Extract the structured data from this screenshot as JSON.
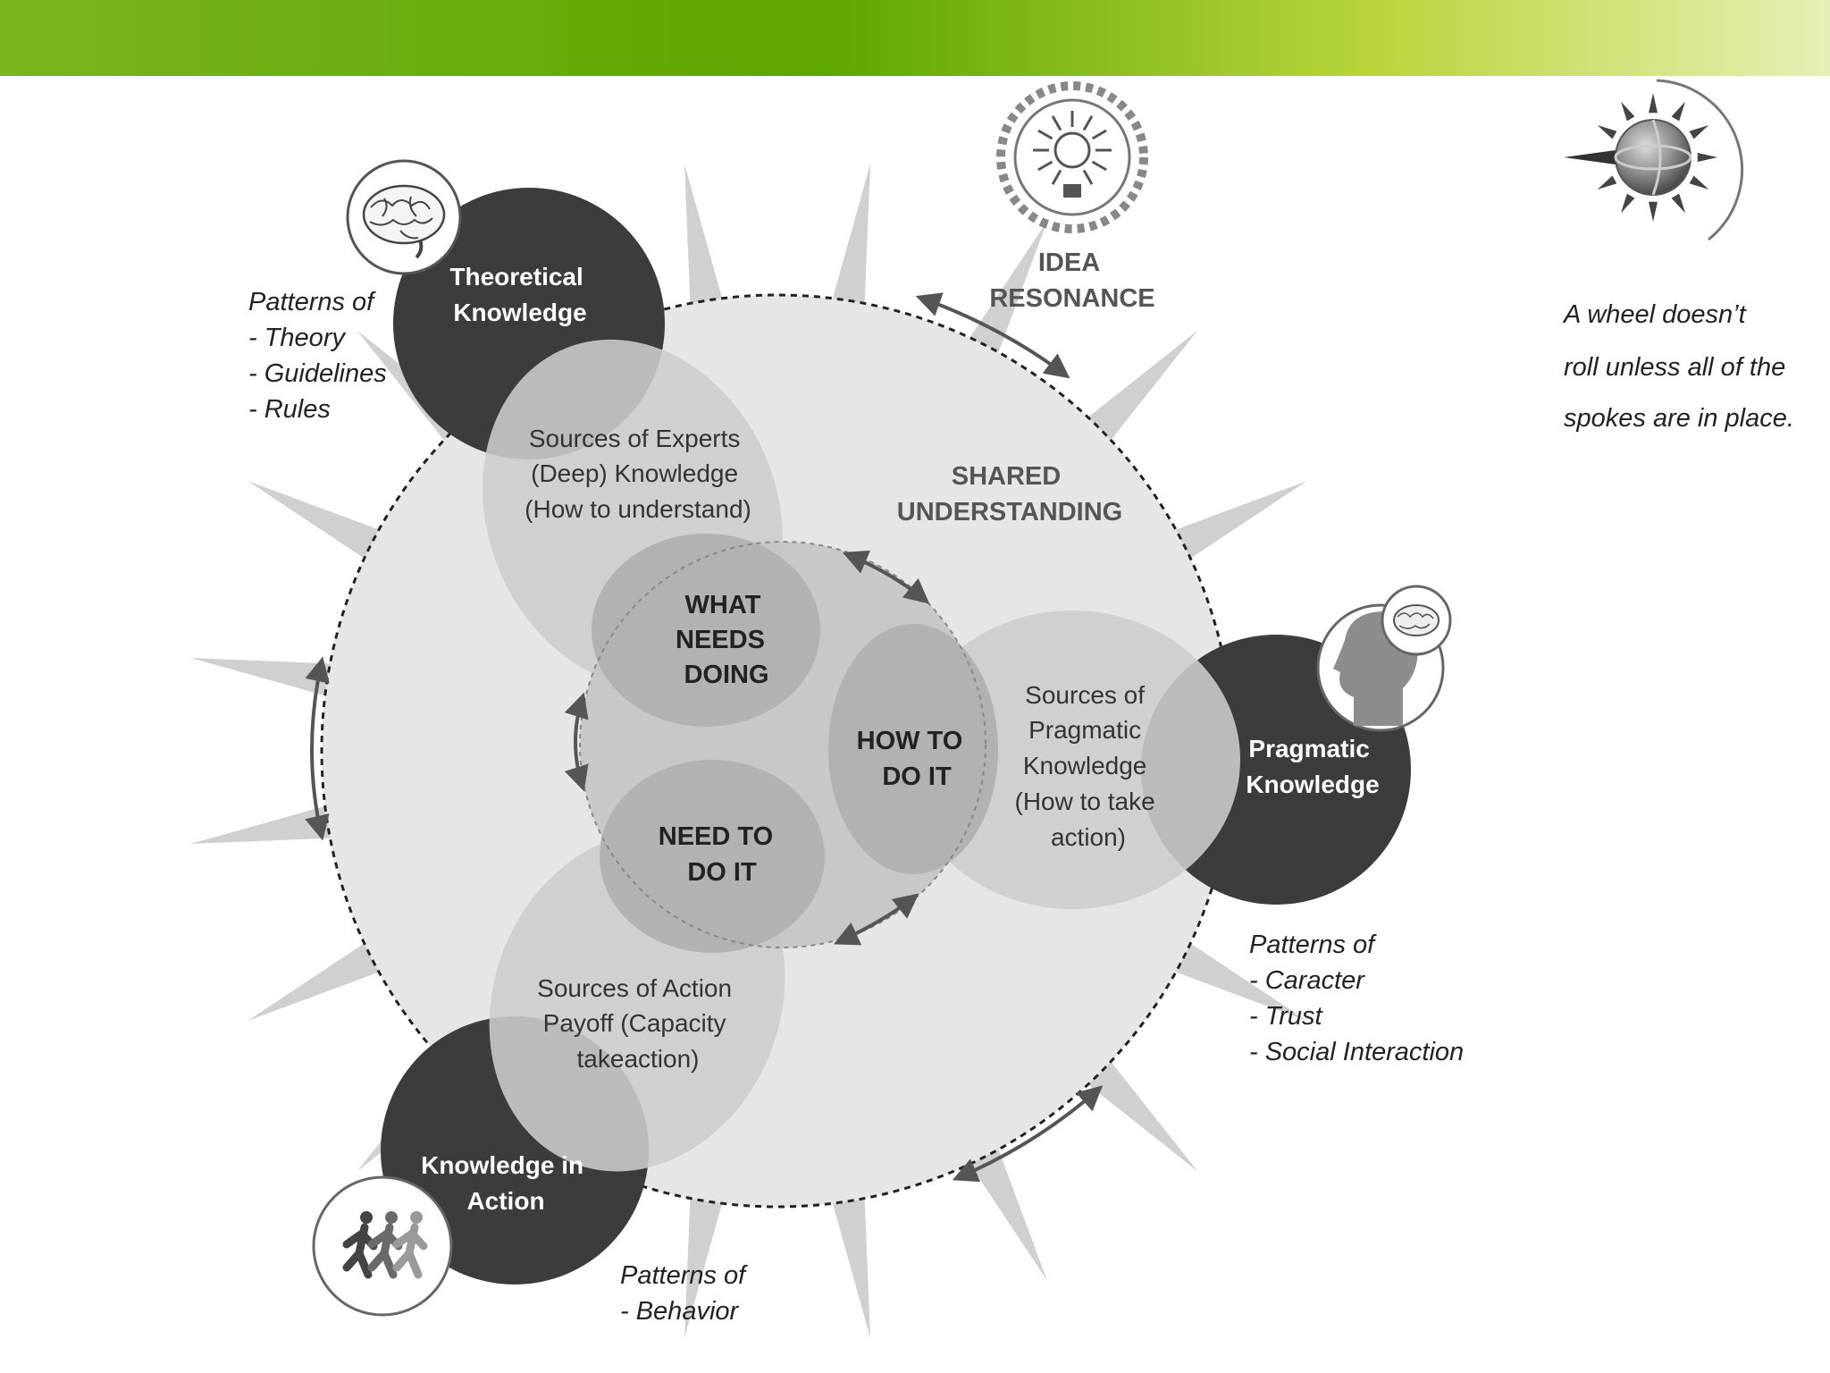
{
  "colors": {
    "banner_left": "#7ab51d",
    "banner_mid": "#5ea600",
    "banner_right": "#e6f0b6",
    "dark_circle": "#3c3c3e",
    "wheel_fill": "#e6e6e8",
    "petal_fill": "#cdcdcf",
    "core_fill": "#b7b7b9"
  },
  "nodes": {
    "theoretical": {
      "line1": "Theoretical",
      "line2": "Knowledge"
    },
    "pragmatic": {
      "line1": "Pragmatic",
      "line2": "Knowledge"
    },
    "action": {
      "line1": "Knowledge in",
      "line2": "Action"
    }
  },
  "patterns": {
    "theoretical": [
      "Patterns of",
      "- Theory",
      "- Guidelines",
      "- Rules"
    ],
    "pragmatic": [
      "Patterns of",
      "- Caracter",
      "- Trust",
      "- Social Interaction"
    ],
    "action": [
      "Patterns of",
      "- Behavior"
    ]
  },
  "sources": {
    "experts": [
      "Sources of Experts",
      "(Deep) Knowledge",
      "(How to understand)"
    ],
    "pragmatic": [
      "Sources of",
      "Pragmatic",
      "Knowledge",
      "(How to take",
      "action)"
    ],
    "action": [
      "Sources of Action",
      "Payoff (Capacity",
      "takeaction)"
    ]
  },
  "core": {
    "what": [
      "WHAT",
      "NEEDS",
      "DOING"
    ],
    "how": [
      "HOW TO",
      "DO IT"
    ],
    "need": [
      "NEED TO",
      "DO IT"
    ]
  },
  "shared": [
    "SHARED",
    "UNDERSTANDING"
  ],
  "idea": [
    "IDEA",
    "RESONANCE"
  ],
  "quote": [
    "A wheel doesn’t",
    "roll unless all of the",
    "spokes are in place."
  ],
  "icons": {
    "brain": "brain-icon",
    "head": "head-brain-icon",
    "people": "running-people-icon",
    "bulb": "lightbulb-icon",
    "wheel": "wheel-sun-icon"
  }
}
